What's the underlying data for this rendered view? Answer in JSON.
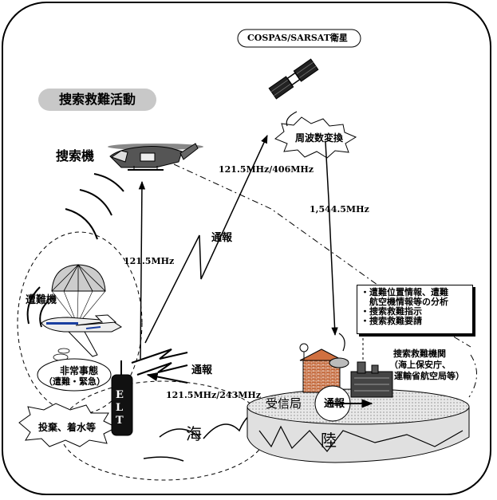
{
  "title": "捜索救難活動",
  "satellite_label": "COSPAS/SARSAT衛星",
  "freq_convert": "周波数変換",
  "aircraft_label": "捜索機",
  "distress_aircraft": "遭難機",
  "emergency_line1": "非常事態",
  "emergency_line2": "（遭難・緊急）",
  "drop_label": "投棄、着水等",
  "elt_label": "ELT",
  "sea_label": "海",
  "land_label": "陸",
  "station_label": "受信局",
  "report_label": "通報",
  "freq_121": "121.5MHz",
  "freq_121_406": "121.5MHz/406MHz",
  "freq_1544": "1,544.5MHz",
  "freq_121_243": "121.5MHz/243MHz",
  "rcc_label": "捜索救難機関",
  "rcc_sub1": "（海上保安庁、",
  "rcc_sub2": "運輸省航空局等）",
  "info_items": [
    "・遭難位置情報、遭難",
    "　航空機情報等の分析",
    "・捜索救難指示",
    "・捜索救難要請"
  ]
}
